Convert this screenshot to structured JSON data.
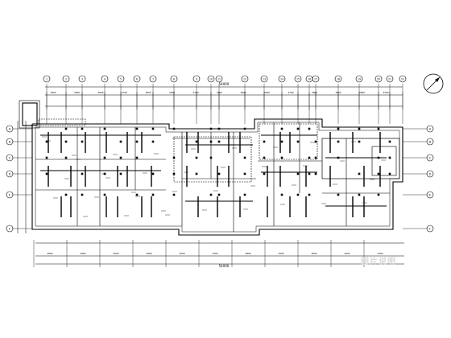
{
  "drawing": {
    "type": "structural floor plan",
    "line_color": "#000000",
    "background": "#ffffff",
    "north_arrow_icon": "north-arrow-icon"
  },
  "grid_axes_top": [
    "1",
    "2",
    "3",
    "4",
    "5",
    "6",
    "7",
    "8",
    "9",
    "10",
    "11",
    "12",
    "13",
    "14",
    "15",
    "16",
    "17",
    "18",
    "19",
    "20",
    "21",
    "22"
  ],
  "grid_axes_left": [
    "A",
    "B",
    "C",
    "D",
    "E",
    "F"
  ],
  "dimension_labels_top": [
    "3900",
    "4500",
    "3600",
    "2700",
    "3600",
    "3300",
    "2700",
    "3900",
    "3600",
    "3300",
    "2700",
    "3600",
    "4500",
    "3900",
    "3300"
  ],
  "dimension_labels_bottom": [
    "4800",
    "3900",
    "4500",
    "3600",
    "4500",
    "3300",
    "4800",
    "3900",
    "3600",
    "4500",
    "3300"
  ],
  "overall_dimension_top": "54000",
  "overall_dimension_bottom": "54000",
  "watermark_text": "图片说明"
}
